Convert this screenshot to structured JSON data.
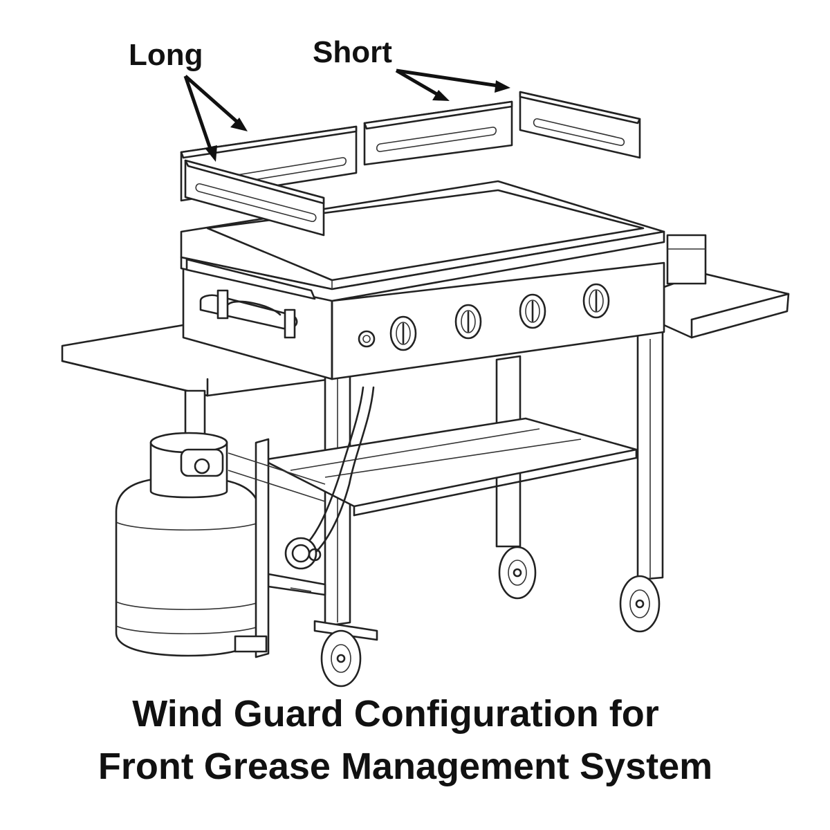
{
  "labels": {
    "long": "Long",
    "short": "Short"
  },
  "caption": {
    "line1": "Wind Guard Configuration for",
    "line2": "Front Grease Management System"
  },
  "icons": [
    "wind-guard-long-panel",
    "wind-guard-short-panel",
    "griddle-grill",
    "propane-tank",
    "caster-wheel",
    "control-knob"
  ]
}
